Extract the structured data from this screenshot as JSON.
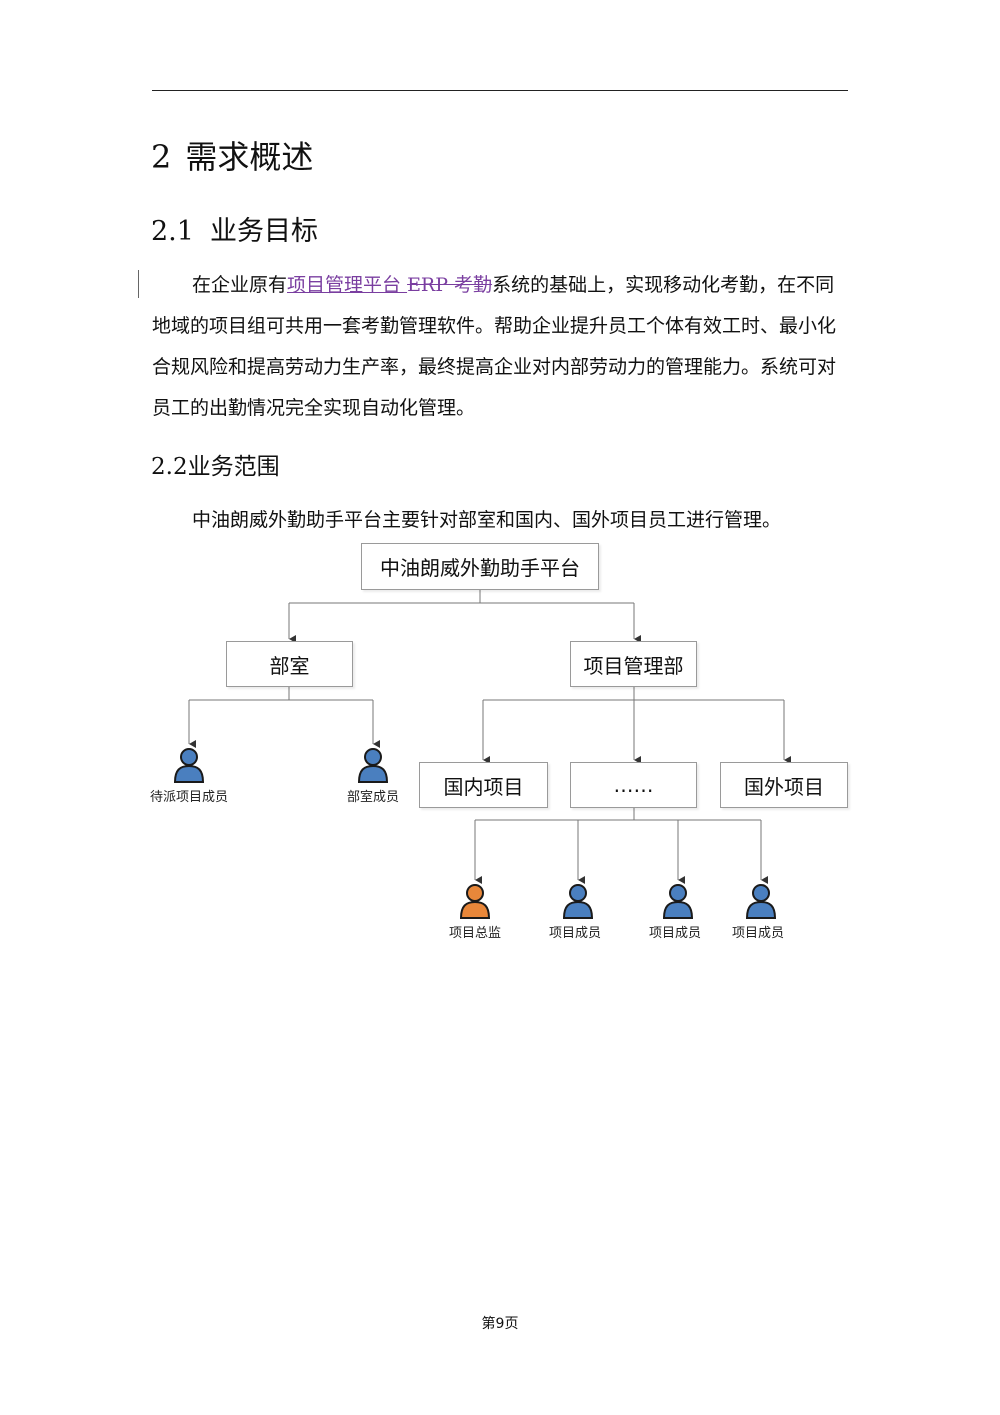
{
  "heading1": {
    "number": "2",
    "title": "需求概述"
  },
  "section_goal": {
    "number": "2.1",
    "title": "业务目标"
  },
  "goal_paragraph": {
    "before": "在企业原有",
    "inserted": "项目管理平台 ",
    "deleted": "ERP 考勤",
    "after": "系统的基础上，实现移动化考勤，在不同地域的项目组可共用一套考勤管理软件。帮助企业提升员工个体有效工时、最小化合规风险和提高劳动力生产率，最终提高企业对内部劳动力的管理能力。系统可对员工的出勤情况完全实现自动化管理。"
  },
  "section_scope": {
    "number": "2.2",
    "title": "业务范围"
  },
  "scope_paragraph": "中油朗威外勤助手平台主要针对部室和国内、国外项目员工进行管理。",
  "org_chart": {
    "root": "中油朗威外勤助手平台",
    "dept": "部室",
    "project_dept": "项目管理部",
    "domestic": "国内项目",
    "ellipsis": "……",
    "foreign": "国外项目",
    "people": {
      "pending": "待派项目成员",
      "dept_member": "部室成员",
      "director": "项目总监",
      "member1": "项目成员",
      "member2": "项目成员",
      "member3": "项目成员"
    },
    "colors": {
      "member": "#4a7fbf",
      "director": "#e8873a",
      "outline": "#1a1a1a"
    }
  },
  "footer": "第9页"
}
